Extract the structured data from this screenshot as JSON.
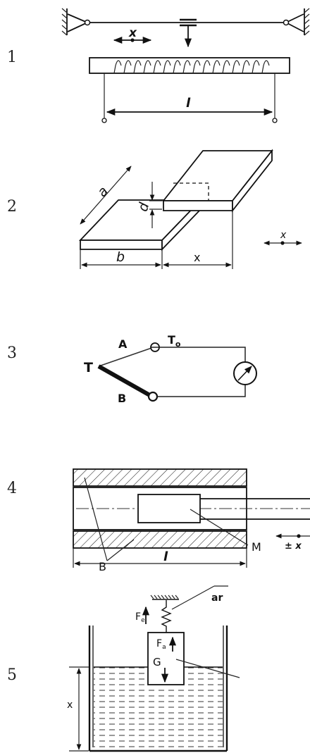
{
  "figures": [
    {
      "number": "1",
      "labels": {
        "x": "x",
        "length": "l"
      }
    },
    {
      "number": "2",
      "labels": {
        "a": "a",
        "d": "d",
        "b": "b",
        "x": "x",
        "x_arrow": "x"
      }
    },
    {
      "number": "3",
      "labels": {
        "T": "T",
        "A": "A",
        "T0": "T",
        "T0_sub": "o",
        "B": "B"
      }
    },
    {
      "number": "4",
      "labels": {
        "M": "M",
        "B": "B",
        "length": "l",
        "x": "± x"
      }
    },
    {
      "number": "5",
      "labels": {
        "Fe": "F",
        "Fe_sub": "e",
        "Fa": "F",
        "Fa_sub": "a",
        "G": "G",
        "x": "x",
        "ar": "ar"
      }
    }
  ]
}
